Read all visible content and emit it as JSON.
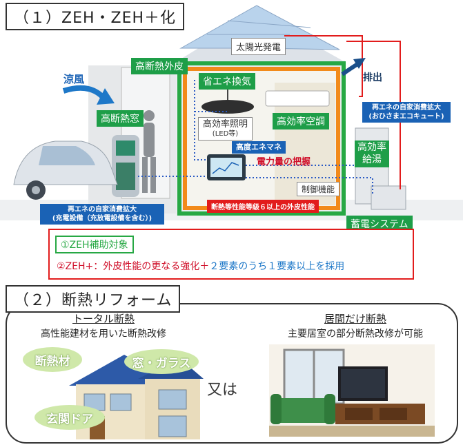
{
  "section1": {
    "title": "（１）ZEH・ZEH＋化",
    "labels": {
      "solar": "太陽光発電",
      "outer_wall": "高断熱外皮",
      "window": "高断熱窓",
      "cool_wind": "涼風",
      "exhaust": "排出",
      "ventilation": "省エネ換気",
      "lighting": "高効率照明",
      "lighting_sub": "(LED等)",
      "aircon": "高効率空調",
      "hems": "高度エネマネ",
      "power_grasp": "電力量の把握",
      "control": "制御機能",
      "water_heater_top": "高効率",
      "water_heater_bottom": "給湯",
      "storage": "蓄電システム",
      "self_consumption_right_1": "再エネの自家消費拡大",
      "self_consumption_right_2": "(おひさまエコキュート)",
      "self_consumption_left_1": "再エネの自家消費拡大",
      "self_consumption_left_2": "(充電設備（充放電設備を含む）)",
      "insulation_grade": "断熱等性能等級６以上の外皮性能"
    },
    "notes": {
      "zeh_subsidy": "①ZEH補助対象",
      "zeh_plus_prefix": "②ZEH+：外皮性能の更なる強化＋",
      "zeh_plus_suffix": "２要素のうち１要素以上を採用"
    }
  },
  "section2": {
    "title": "（２）断熱リフォーム",
    "left": {
      "heading": "トータル断熱",
      "subheading": "高性能建材を用いた断熱改修",
      "tags": [
        "断熱材",
        "窓・ガラス",
        "玄関ドア"
      ]
    },
    "or_text": "又は",
    "right": {
      "heading": "居間だけ断熱",
      "subheading": "主要居室の部分断熱改修が可能"
    }
  },
  "colors": {
    "green": "#1e9e48",
    "blue": "#1a62b5",
    "red": "#e21c1c",
    "pill": "#cfe8a9"
  }
}
